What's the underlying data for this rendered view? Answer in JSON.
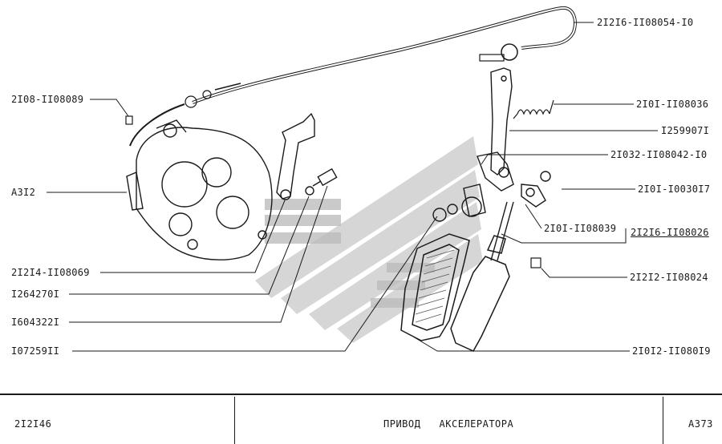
{
  "callouts": {
    "cable_assembly": "2I2I6-II08054-I0",
    "cable_end_left": "2I08-II08089",
    "spring": "2I0I-II08036",
    "part_1259907": "I259907I",
    "bracket_pedal": "2I032-II08042-I0",
    "carburetor": "A3I2",
    "bushing": "2I0I-I0030I7",
    "lever": "2I0I-II08039",
    "pedal_assembly": "2I2I6-II08026",
    "bracket_carb": "2I2I4-II08069",
    "washer": "I264270I",
    "bolt": "I604322I",
    "nut": "I07259II",
    "stop": "2I2I2-II08024",
    "pedal": "2I0I2-II080I9"
  },
  "title_block": {
    "model": "2I2I46",
    "title": "ПРИВОД   АКСЕЛЕРАТОРА",
    "sheet": "A373"
  },
  "colors": {
    "ink": "#1a1a1a",
    "watermark": "#c9c9c9"
  },
  "icons": {
    "watermark": "lada-logo-watermark"
  }
}
